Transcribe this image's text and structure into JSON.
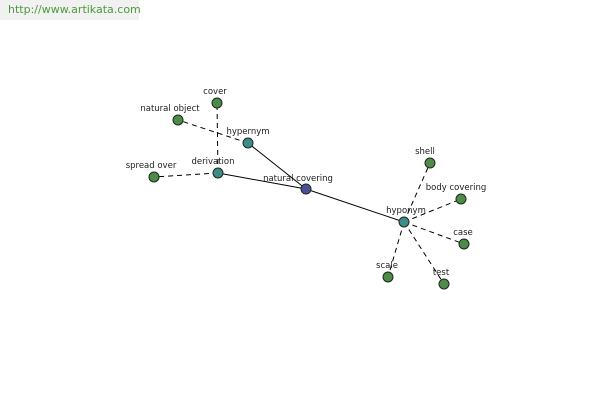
{
  "watermark": {
    "url": "http://www.artikata.com"
  },
  "colors": {
    "background": "#ffffff",
    "watermark_bg": "#f1f1f1",
    "watermark_text": "#4a9a3a",
    "label_text": "#202020",
    "edge": "#000000",
    "node_stroke": "#1a2a1a",
    "node_root": "#4c4f9a",
    "node_relation": "#3f8a8a",
    "node_leaf": "#4e8a48"
  },
  "graph": {
    "root": {
      "id": "natural-covering",
      "label": "natural covering"
    },
    "relations": [
      {
        "id": "hypernym",
        "label": "hypernym",
        "terms": [
          {
            "id": "natural-object",
            "label": "natural object"
          }
        ]
      },
      {
        "id": "derivation",
        "label": "derivation",
        "terms": [
          {
            "id": "cover",
            "label": "cover"
          },
          {
            "id": "spread-over",
            "label": "spread over"
          }
        ]
      },
      {
        "id": "hyponym",
        "label": "hyponym",
        "terms": [
          {
            "id": "shell",
            "label": "shell"
          },
          {
            "id": "body-covering",
            "label": "body covering"
          },
          {
            "id": "case",
            "label": "case"
          },
          {
            "id": "test",
            "label": "test"
          },
          {
            "id": "scale",
            "label": "scale"
          }
        ]
      }
    ]
  }
}
